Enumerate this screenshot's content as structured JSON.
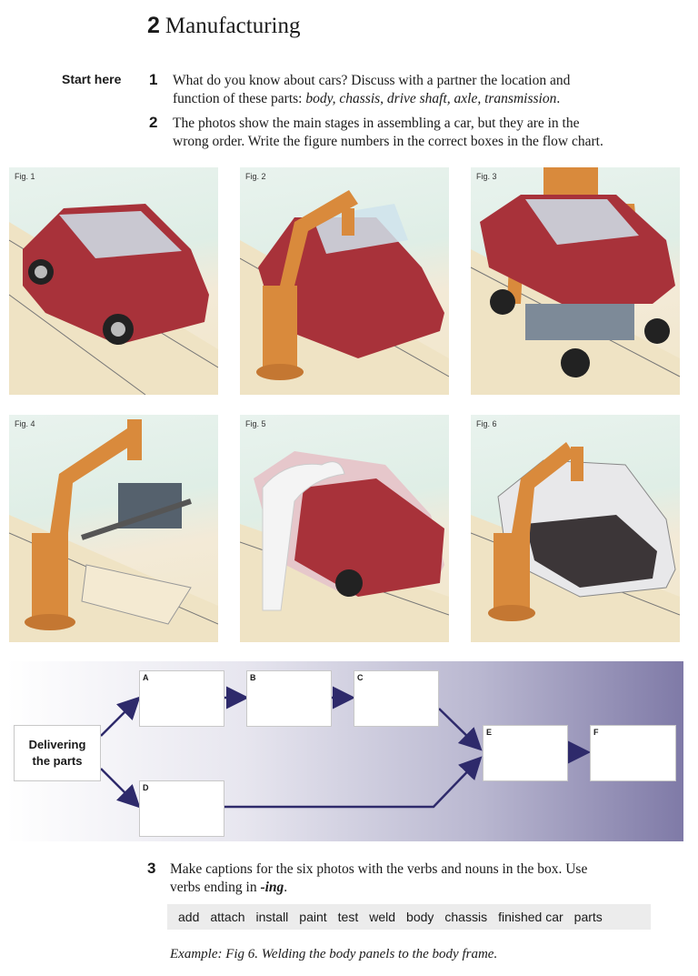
{
  "heading": {
    "number": "2",
    "title": "Manufacturing"
  },
  "start_label": "Start here",
  "q1": {
    "number": "1",
    "line1": "What do you know about cars? Discuss with a partner the location and",
    "line2_prefix": "function of these parts: ",
    "line2_italic": "body, chassis, drive shaft, axle, transmission",
    "line2_suffix": "."
  },
  "q2": {
    "number": "2",
    "line1": "The photos show the main stages in assembling a car, but they are in the",
    "line2": "wrong order. Write the figure numbers in the correct boxes in the flow chart."
  },
  "figures": [
    {
      "label": "Fig. 1",
      "scene": "finished-car"
    },
    {
      "label": "Fig. 2",
      "scene": "install-windscreen"
    },
    {
      "label": "Fig. 3",
      "scene": "attach-chassis"
    },
    {
      "label": "Fig. 4",
      "scene": "assemble-chassis"
    },
    {
      "label": "Fig. 5",
      "scene": "paint-body"
    },
    {
      "label": "Fig. 6",
      "scene": "weld-body"
    }
  ],
  "flow": {
    "start_line1": "Delivering",
    "start_line2": "the parts",
    "boxes": [
      "A",
      "B",
      "C",
      "D",
      "E",
      "F"
    ]
  },
  "q3": {
    "number": "3",
    "line1": "Make captions for the six photos with the verbs and nouns in the box. Use",
    "line2_prefix": "verbs ending in ",
    "line2_bold": "-ing",
    "line2_suffix": "."
  },
  "words": [
    "add",
    "attach",
    "install",
    "paint",
    "test",
    "weld",
    "body",
    "chassis",
    "finished car",
    "parts"
  ],
  "example": "Example: Fig 6. Welding the body panels to the body frame.",
  "colors": {
    "car_red": "#a8323a",
    "robot_orange": "#d98a3c",
    "flow_dark": "#2e2a6b"
  }
}
